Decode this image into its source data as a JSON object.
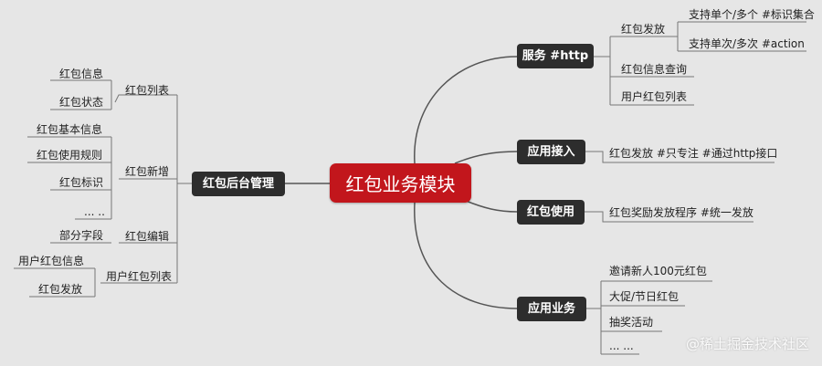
{
  "center": "红包业务模块",
  "branches": {
    "fuwu": "服务 #http",
    "yingyong_jieru": "应用接入",
    "hongbao_shiyong": "红包使用",
    "yingyong_yewu": "应用业务",
    "houtai": "红包后台管理"
  },
  "fuwu": {
    "fafang": "红包发放",
    "fafang_children": [
      "支持单个/多个 #标识集合",
      "支持单次/多次 #action"
    ],
    "chaxun": "红包信息查询",
    "yonghu_liebiao": "用户红包列表"
  },
  "jieru": {
    "item": "红包发放 #只专注 #通过http接口"
  },
  "shiyong": {
    "item": "红包奖励发放程序 #统一发放"
  },
  "yewu": {
    "items": [
      "邀请新人100元红包",
      "大促/节日红包",
      "抽奖活动",
      "... ..."
    ]
  },
  "houtai": {
    "liebiao": "红包列表",
    "liebiao_children": [
      "红包信息",
      "红包状态"
    ],
    "xinzeng": "红包新增",
    "xinzeng_children": [
      "红包基本信息",
      "红包使用规则",
      "红包标识",
      "... .."
    ],
    "bianji": "红包编辑",
    "bianji_children": [
      "部分字段"
    ],
    "yonghu_liebiao": "用户红包列表",
    "yonghu_children": [
      "用户红包信息",
      "红包发放"
    ]
  },
  "watermark": "@稀土掘金技术社区"
}
